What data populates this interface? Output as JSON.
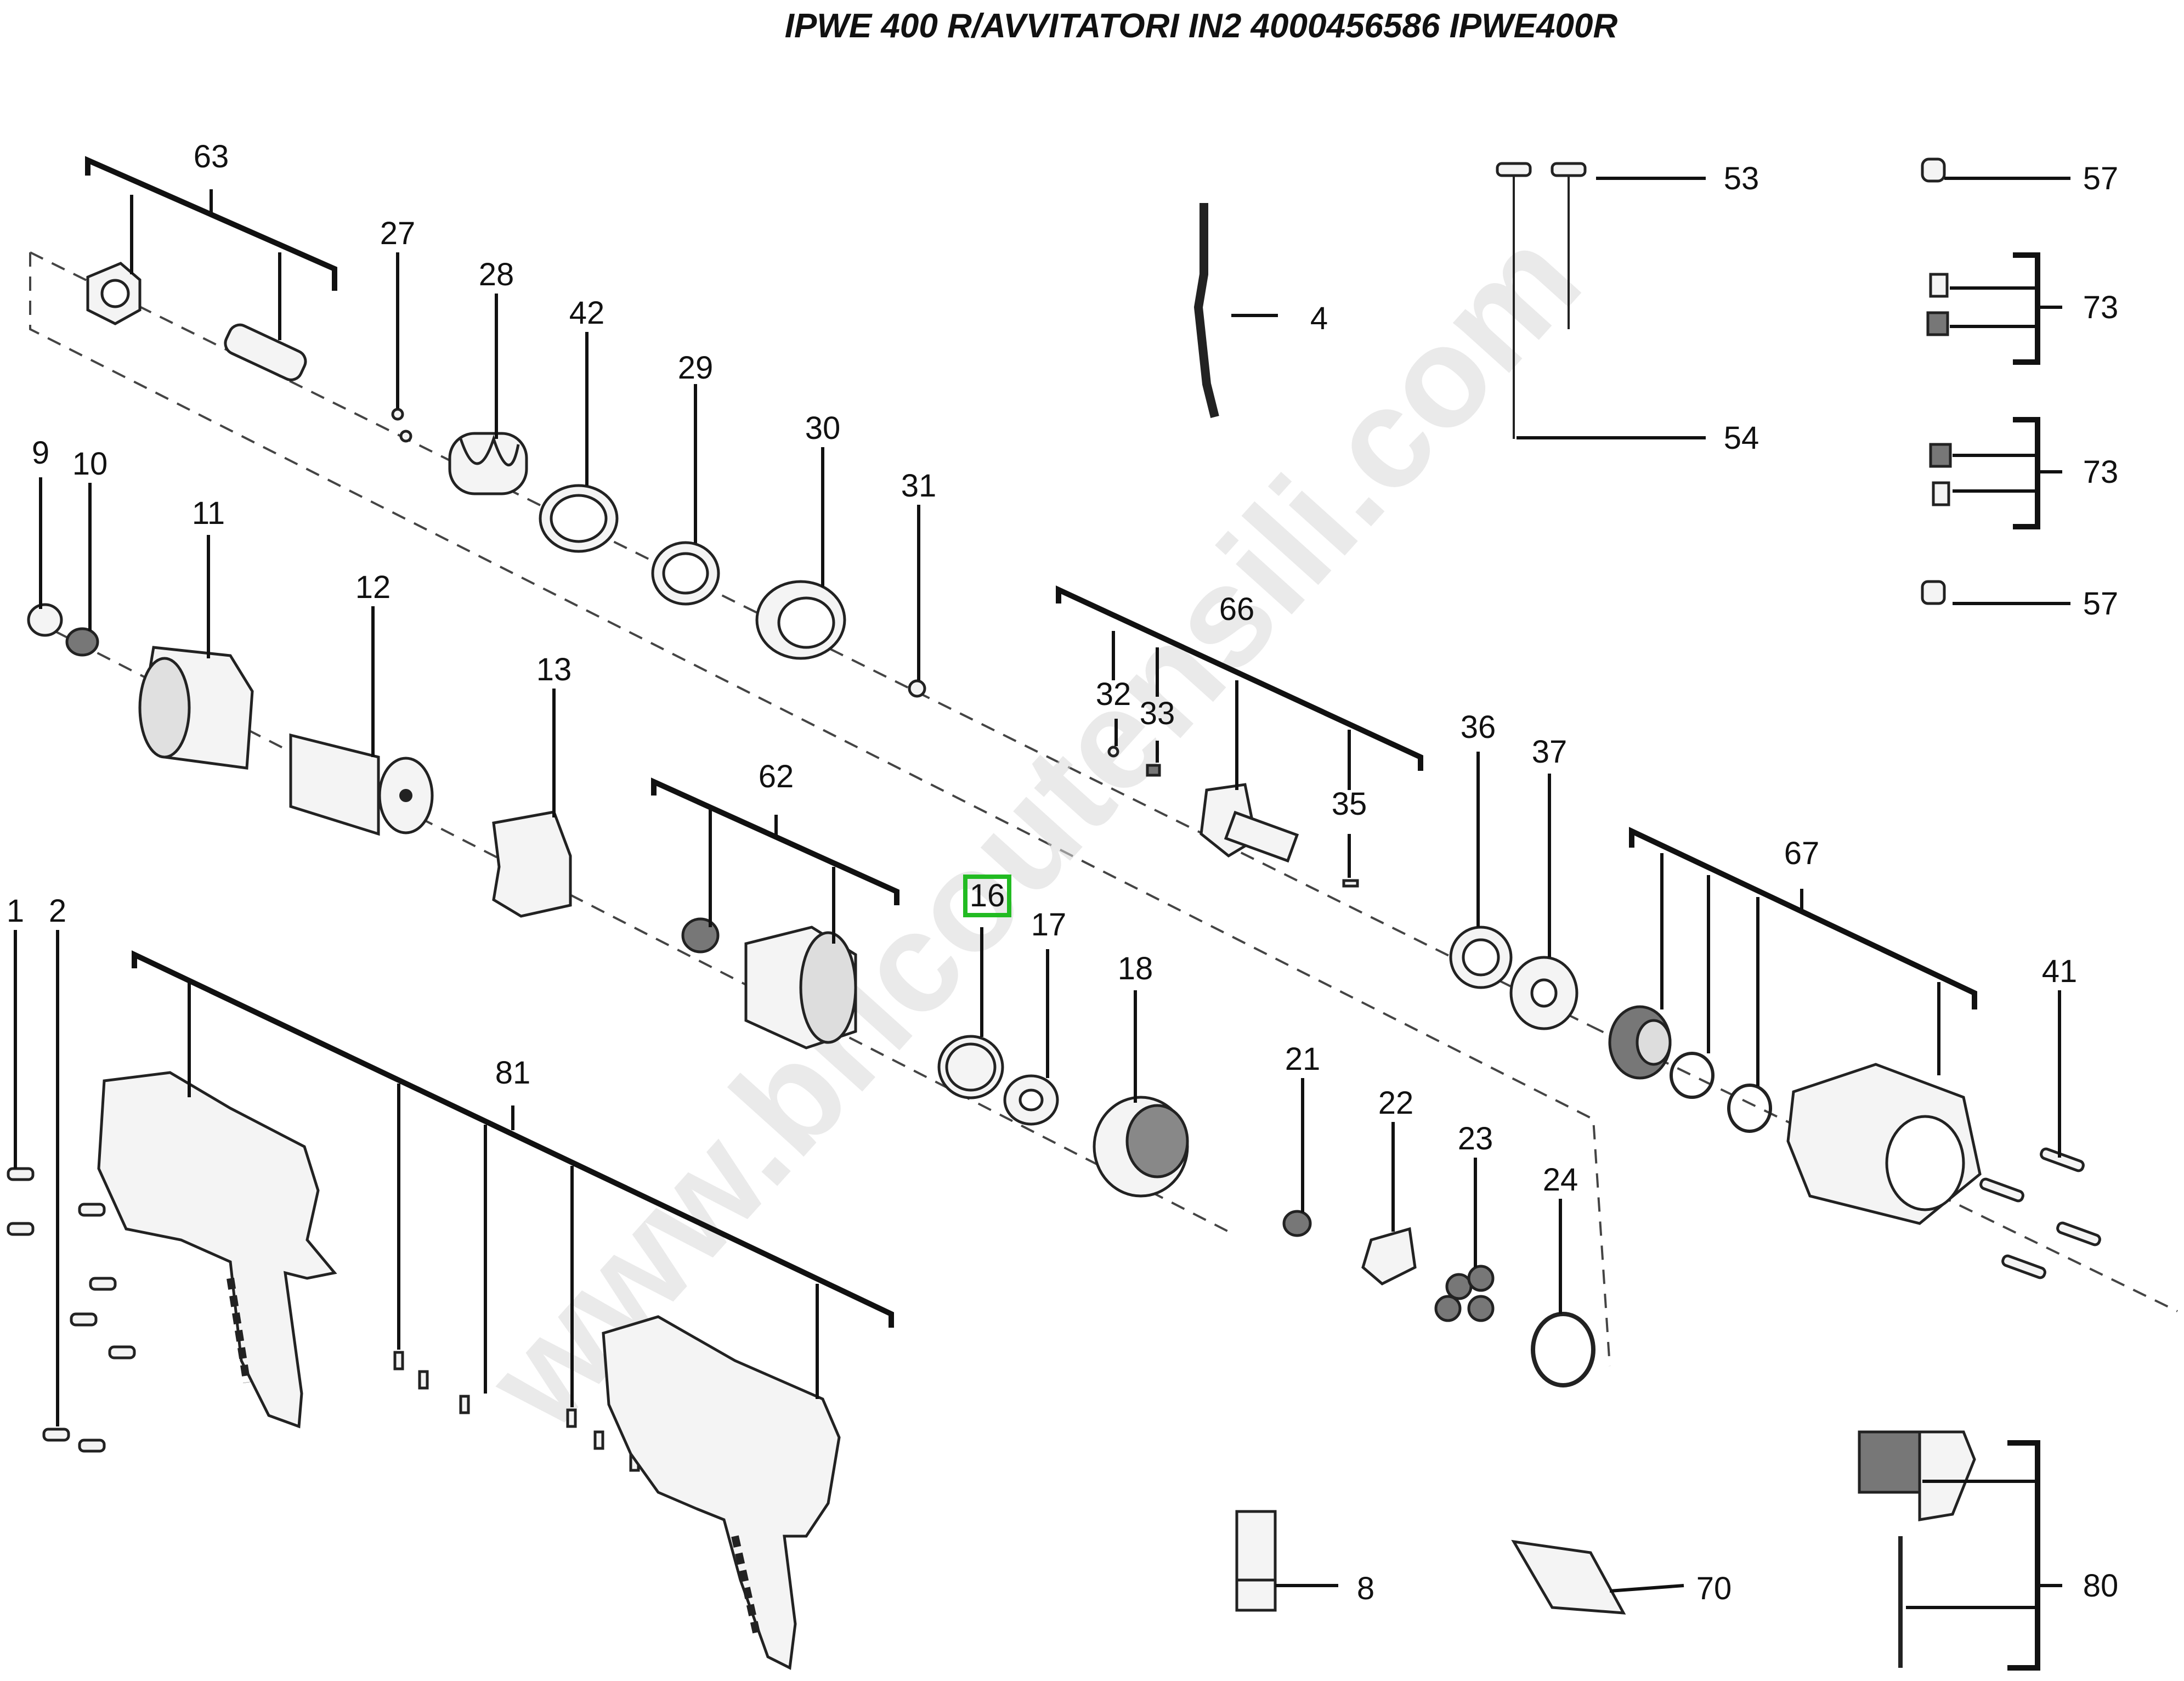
{
  "title": "IPWE 400 R/AVVITATORI IN2 4000456586 IPWE400R",
  "watermark": "www.bricoutensili.com",
  "selected_part": "16",
  "highlight_color": "#22bb22",
  "callouts": [
    "1",
    "2",
    "4",
    "8",
    "9",
    "10",
    "11",
    "12",
    "13",
    "16",
    "17",
    "18",
    "21",
    "22",
    "23",
    "24",
    "27",
    "28",
    "29",
    "30",
    "31",
    "32",
    "33",
    "35",
    "36",
    "37",
    "41",
    "42",
    "53",
    "54",
    "57",
    "57",
    "62",
    "63",
    "66",
    "67",
    "70",
    "73",
    "73",
    "80",
    "81"
  ]
}
